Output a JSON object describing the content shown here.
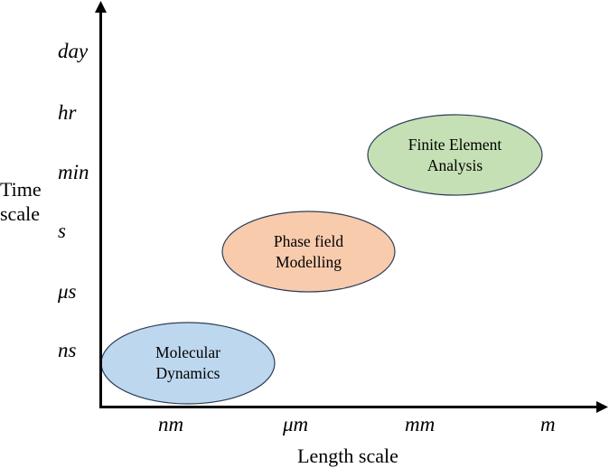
{
  "diagram": {
    "type": "scale-map",
    "y_axis": {
      "title_line1": "Time",
      "title_line2": "scale",
      "ticks": [
        "day",
        "hr",
        "min",
        "s",
        "μs",
        "ns"
      ]
    },
    "x_axis": {
      "title": "Length scale",
      "ticks": [
        "nm",
        "μm",
        "mm",
        "m"
      ]
    },
    "regions": [
      {
        "line1": "Molecular",
        "line2": "Dynamics",
        "fill": "#BDD7EE",
        "stroke": "#2F3F5A"
      },
      {
        "line1": "Phase field",
        "line2": "Modelling",
        "fill": "#F8CBAD",
        "stroke": "#2F3F5A"
      },
      {
        "line1": "Finite Element",
        "line2": "Analysis",
        "fill": "#C5E0B4",
        "stroke": "#2F3F5A"
      }
    ]
  }
}
